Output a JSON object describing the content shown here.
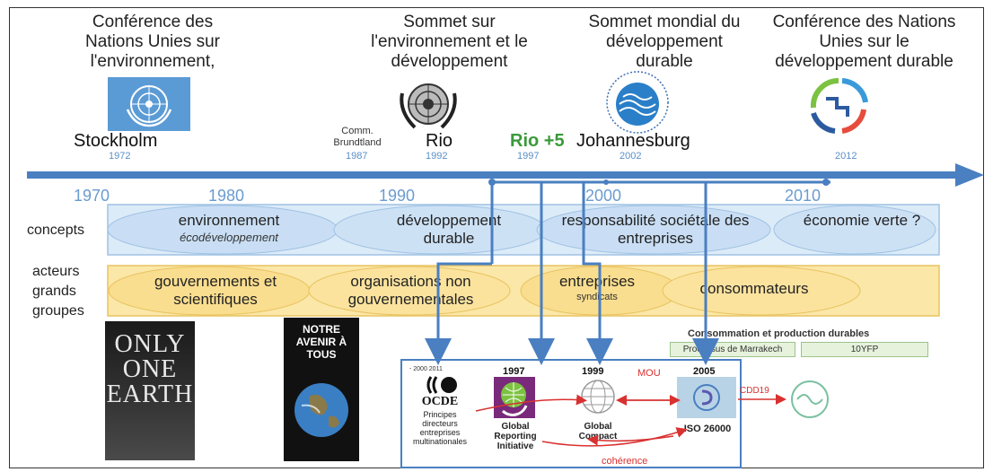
{
  "events": {
    "stockholm_title": "Conférence des Nations Unies sur l'environnement,",
    "rio_title": "Sommet sur l'environnement et le développement",
    "joburg_title": "Sommet mondial du développement durable",
    "rio20_title": "Conférence des Nations Unies sur le développement durable"
  },
  "places": {
    "stockholm": "Stockholm",
    "brundtland": "Comm. Brundtland",
    "rio": "Rio",
    "rio5": "Rio +5",
    "johannesburg": "Johannesburg"
  },
  "years": {
    "y1972": "1972",
    "y1987": "1987",
    "y1992": "1992",
    "y1997": "1997",
    "y2002": "2002",
    "y2012": "2012"
  },
  "decades": [
    "1970",
    "1980",
    "1990",
    "2000",
    "2010"
  ],
  "concepts": {
    "label": "concepts",
    "env": "environnement",
    "eco": "écodéveloppement",
    "dd": "développement durable",
    "rse": "responsabilité sociétale des entreprises",
    "verte": "économie verte ?"
  },
  "acteurs": {
    "label": "acteurs grands groupes",
    "gouv": "gouvernements et scientifiques",
    "ong": "organisations non gouvernementales",
    "entreprises": "entreprises",
    "syndicats": "syndicats",
    "conso": "consommateurs"
  },
  "books": {
    "only_one_earth": "ONLY ONE EARTH",
    "notre_avenir": "NOTRE AVENIR À TOUS"
  },
  "marrakech": {
    "title": "Consommation et production durables",
    "process": "Processus de Marrakech",
    "tenyfp": "10YFP"
  },
  "box": {
    "ocde_years": "- 2000 2011",
    "ocde": "OCDE",
    "ocde_desc": "Principes directeurs entreprises multinationales",
    "gri_year": "1997",
    "gri": "Global Reporting Initiative",
    "gc_year": "1999",
    "gc": "Global Compact",
    "mou": "MOU",
    "iso_year": "2005",
    "iso": "ISO 26000",
    "cdd": "CDD19",
    "coherence": "cohérence"
  },
  "colors": {
    "timeline": "#4a7fc1",
    "concept_band": "#dcebf8",
    "actor_band": "#fbe7a8",
    "rio5": "#3a9a3a",
    "red_arrow": "#d93030"
  }
}
